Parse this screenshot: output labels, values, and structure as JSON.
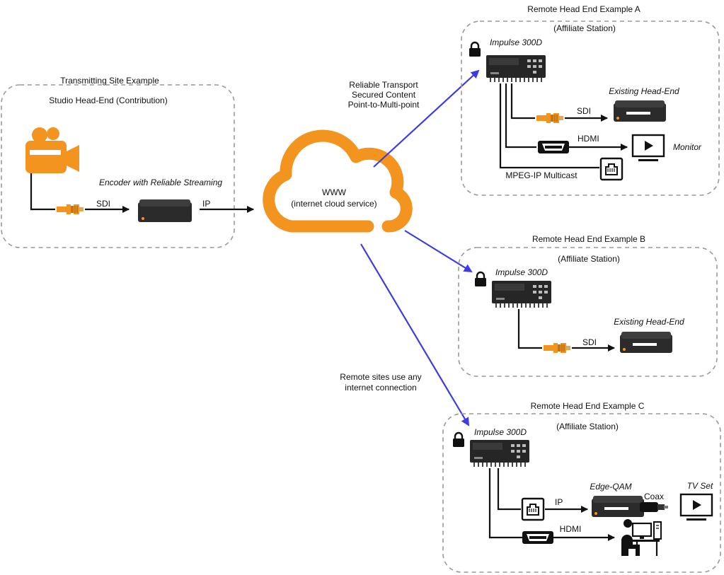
{
  "colors": {
    "orange": "#F2941E",
    "blue_arrow": "#3B3BE8",
    "device": "#222222",
    "dash": "#9A9A9A"
  },
  "transmitting": {
    "title": "Transmitting Site Example",
    "subtitle": "Studio Head-End (Contribution)",
    "encoder_label": "Encoder with Reliable Streaming",
    "sdi_label": "SDI",
    "ip_label": "IP"
  },
  "cloud": {
    "line1": "WWW",
    "line2": "(internet cloud service)"
  },
  "notes": {
    "transport_1": "Reliable Transport",
    "transport_2": "Secured Content",
    "transport_3": "Point-to-Multi-point",
    "remote_1": "Remote sites use any",
    "remote_2": "internet connection"
  },
  "site_a": {
    "title": "Remote Head End Example A",
    "subtitle": "(Affiliate Station)",
    "device": "Impulse 300D",
    "existing": "Existing Head-End",
    "sdi": "SDI",
    "hdmi": "HDMI",
    "monitor": "Monitor",
    "multicast": "MPEG-IP Multicast"
  },
  "site_b": {
    "title": "Remote Head End Example B",
    "subtitle": "(Affiliate Station)",
    "device": "Impulse 300D",
    "existing": "Existing Head-End",
    "sdi": "SDI"
  },
  "site_c": {
    "title": "Remote Head End Example C",
    "subtitle": "(Affiliate Station)",
    "device": "Impulse 300D",
    "edge_qam": "Edge-QAM",
    "coax": "Coax",
    "tv_set": "TV Set",
    "ip": "IP",
    "hdmi": "HDMI"
  }
}
